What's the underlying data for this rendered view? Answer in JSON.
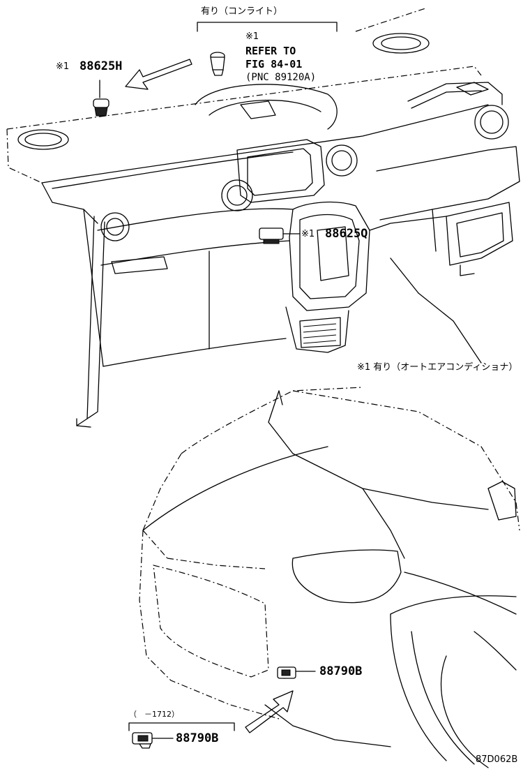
{
  "labels": {
    "top_bracket": "有り（コンライト）",
    "refer_mark": "※1",
    "refer_line1": "REFER TO",
    "refer_line2": "FIG 84-01",
    "refer_line3": "(PNC 89120A)",
    "part_88625h_mark": "※1",
    "part_88625h": "88625H",
    "part_88625q_mark": "※1",
    "part_88625q": "88625Q",
    "footnote": "※1 有り（オートエアコンディショナ）",
    "part_88790b_front": "88790B",
    "bottom_bracket": "（　－1712）",
    "part_88790b_lower": "88790B",
    "figure_id": "87D062B"
  }
}
